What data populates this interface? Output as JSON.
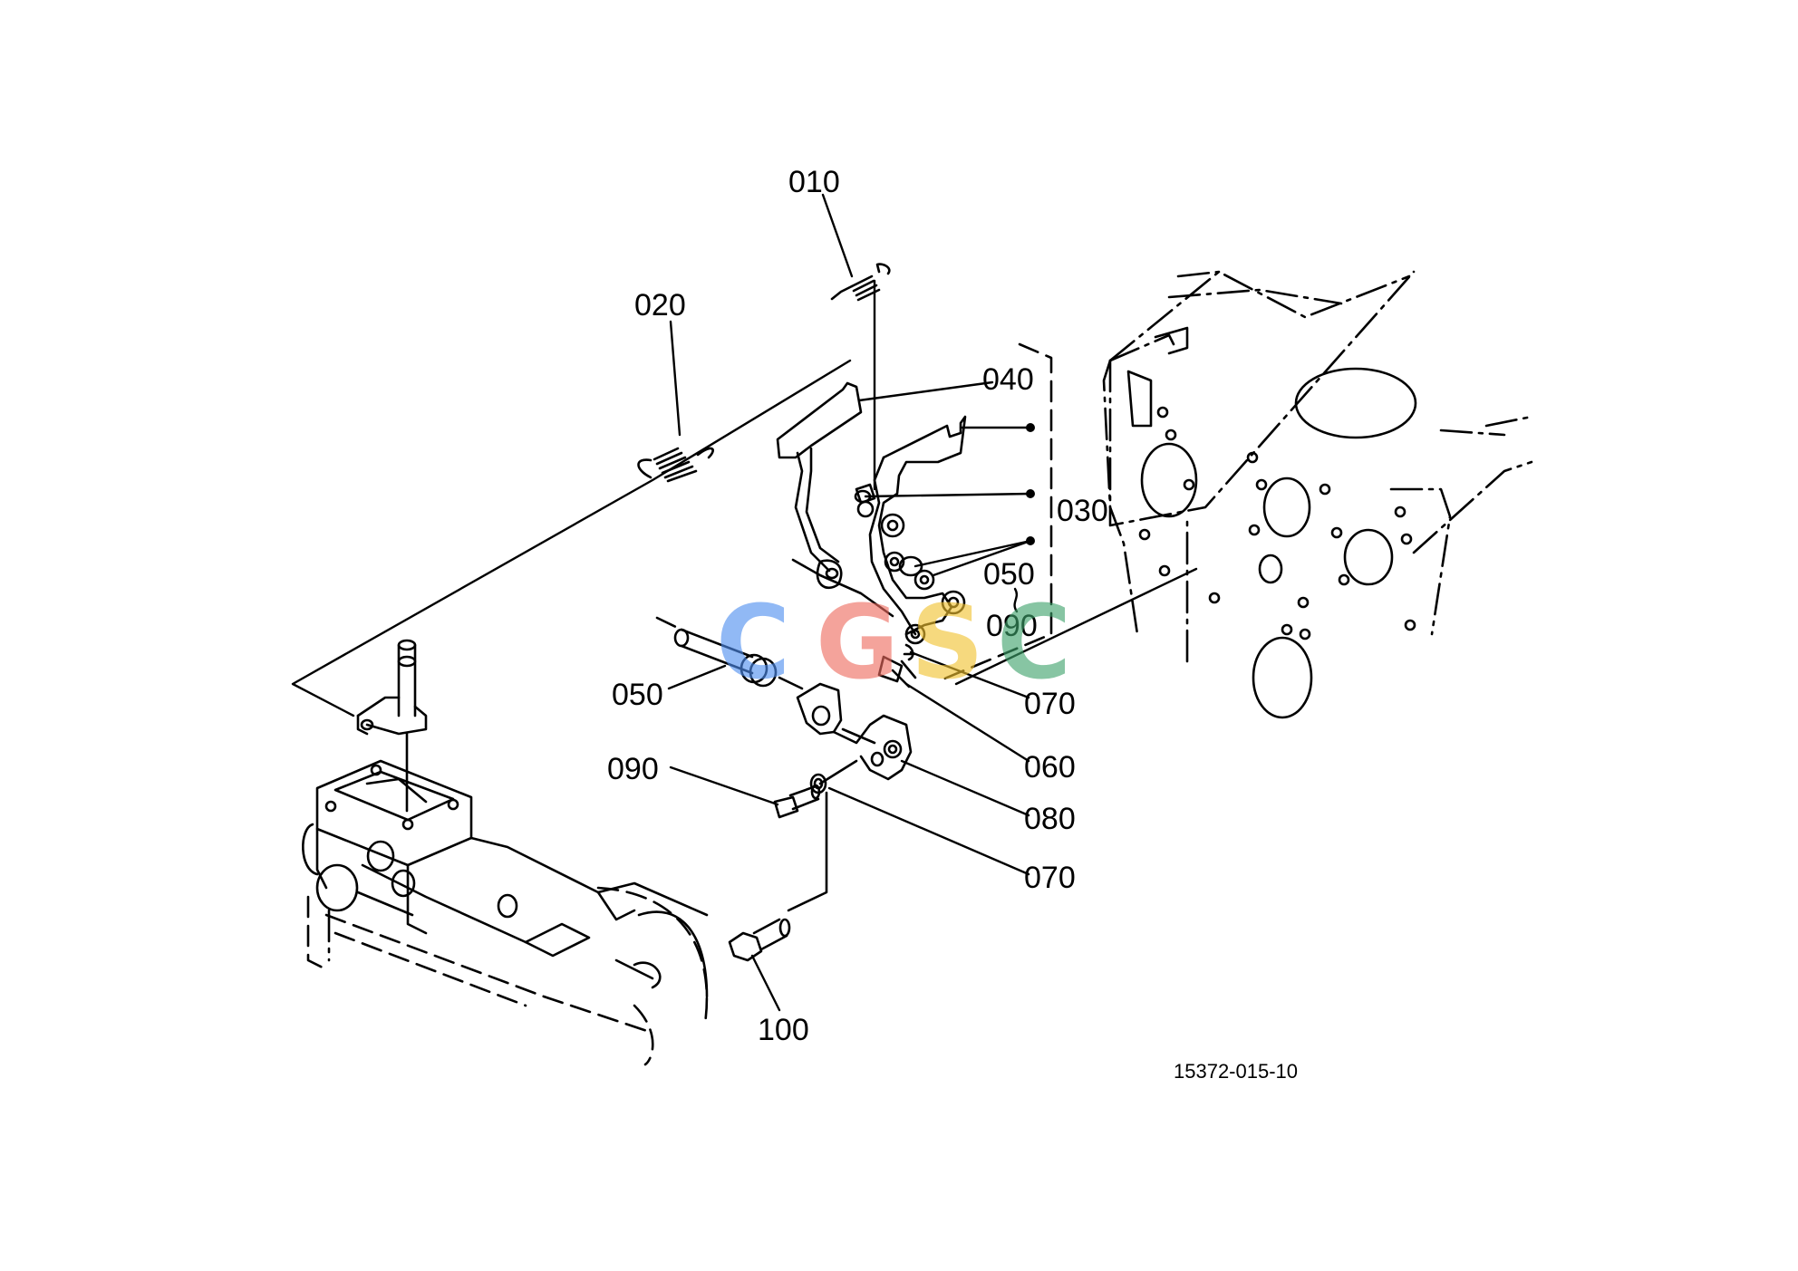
{
  "diagram": {
    "figure_number": "15372-015-10",
    "callouts": {
      "c010": "010",
      "c020": "020",
      "c030": "030",
      "c040": "040",
      "c050_upper": "050",
      "c090_upper": "090",
      "c050_lower": "050",
      "c070_upper": "070",
      "c060": "060",
      "c090_lower": "090",
      "c080": "080",
      "c070_lower": "070",
      "c100": "100"
    }
  },
  "watermark": {
    "letters": [
      "C",
      "G",
      "S",
      "C"
    ],
    "colors": [
      "#4f8ff0",
      "#ee6b5f",
      "#f2c230",
      "#3ea36b"
    ]
  }
}
